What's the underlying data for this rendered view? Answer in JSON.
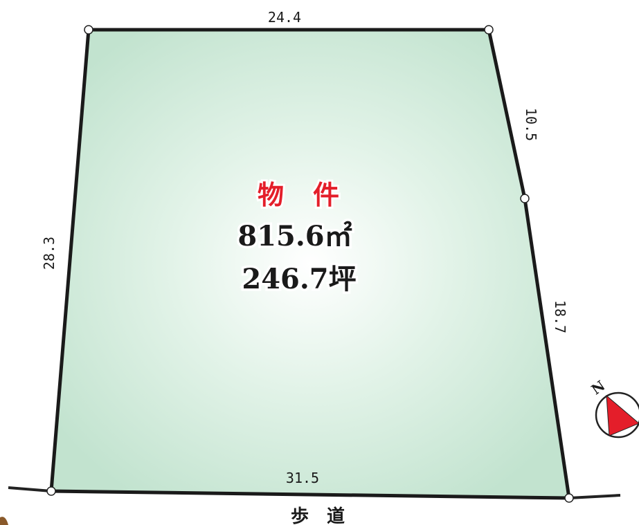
{
  "lot": {
    "label": "物　件",
    "area_sqm": "815.6㎡",
    "area_tsubo": "246.7坪",
    "fill_color": "#c2e3cf"
  },
  "dimensions": {
    "top": "24.4",
    "right_upper": "10.5",
    "right_lower": "18.7",
    "left": "28.3",
    "bottom": "31.5"
  },
  "road": {
    "label": "歩　道"
  },
  "compass": {
    "label": "N",
    "needle_color": "#e41e2a"
  }
}
